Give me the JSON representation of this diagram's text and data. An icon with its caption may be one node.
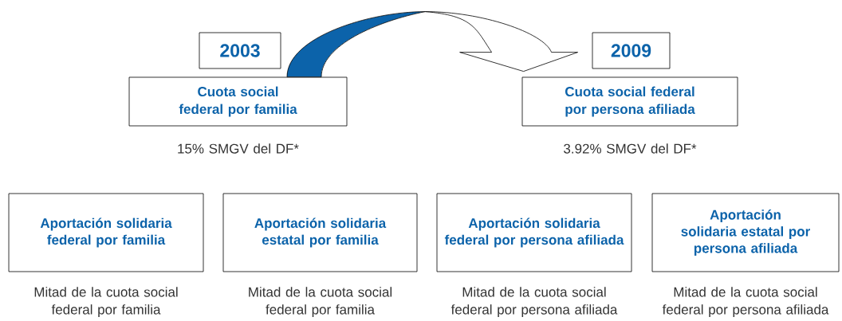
{
  "diagram": {
    "nodes": [
      {
        "text": [
          "2003"
        ]
      },
      {
        "text": [
          "Cuota social federal por familia"
        ],
        "beside": [
          "15% SMGV del DF*"
        ]
      },
      {
        "text": [
          "2009"
        ]
      },
      {
        "text": [
          "Cuota social federal por persona afiliada"
        ],
        "beside": [
          "3.92% SMGV del DF*"
        ]
      },
      {
        "text": [
          "Aportación solidaria federal por familia"
        ],
        "beside": [
          "Mitad de la cuota social federal por familia"
        ]
      },
      {
        "text": [
          "Aportación solidaria estatal por familia"
        ],
        "beside": [
          "Mitad de la cuota social federal por familia"
        ]
      },
      {
        "text": [
          "Aportación solidaria federal por persona afiliada"
        ],
        "beside": [
          "Mitad de la cuota social federal por persona afiliada"
        ]
      },
      {
        "text": [
          "Aportación solidaria estatal por persona afiliada"
        ],
        "beside": [
          "Mitad de la cuota social federal por persona afiliada"
        ]
      }
    ],
    "edges": [
      {
        "from": 1,
        "to": 3,
        "arrow": "to"
      }
    ]
  }
}
